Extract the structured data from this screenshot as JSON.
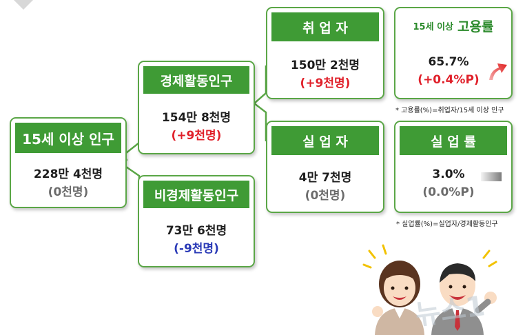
{
  "pop15": {
    "title": "15세 이상 인구",
    "value": "228만 4천명",
    "change": "(0천명)"
  },
  "active": {
    "title": "경제활동인구",
    "value": "154만 8천명",
    "change": "(+9천명)"
  },
  "inactive": {
    "title": "비경제활동인구",
    "value": "73만 6천명",
    "change": "(-9천명)"
  },
  "employed": {
    "title": "취 업 자",
    "value": "150만 2천명",
    "change": "(+9천명)"
  },
  "unemployed": {
    "title": "실 업 자",
    "value": "4만 7천명",
    "change": "(0천명)"
  },
  "emp_rate": {
    "title_small": "15세 이상",
    "title_big": "고용률",
    "value": "65.7%",
    "change": "(+0.4%P)",
    "note": "* 고용률(%)=취업자/15세 이상 인구",
    "trend": "up-arrow-icon"
  },
  "unemp_rate": {
    "title": "실 업 률",
    "value": "3.0%",
    "change": "(0.0%P)",
    "note": "* 실업률(%)=실업자/경제활동인구",
    "trend": "flat-bar-icon"
  },
  "watermark": "뉴스1",
  "colors": {
    "green": "#3f9b35",
    "border": "#5aa646",
    "red": "#e0202a",
    "blue": "#2a3ab7",
    "gray": "#6b6b6b"
  }
}
